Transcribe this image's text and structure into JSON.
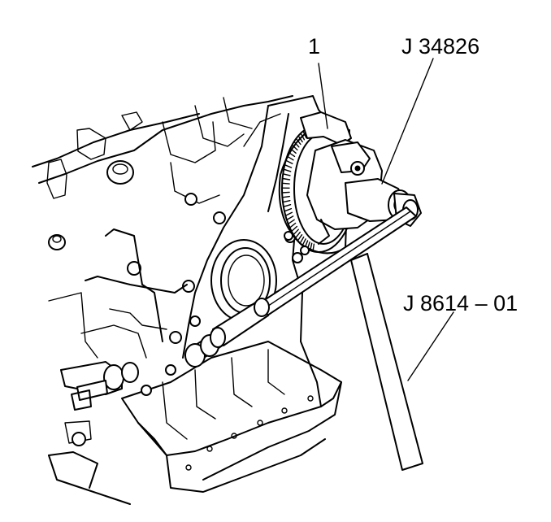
{
  "callouts": {
    "gear_label": "1",
    "holder_tool_label": "J 34826",
    "bar_tool_label": "J 8614 – 01"
  },
  "colors": {
    "ink": "#000000",
    "paper": "#ffffff",
    "tool_shading": "#b8b8b8"
  }
}
